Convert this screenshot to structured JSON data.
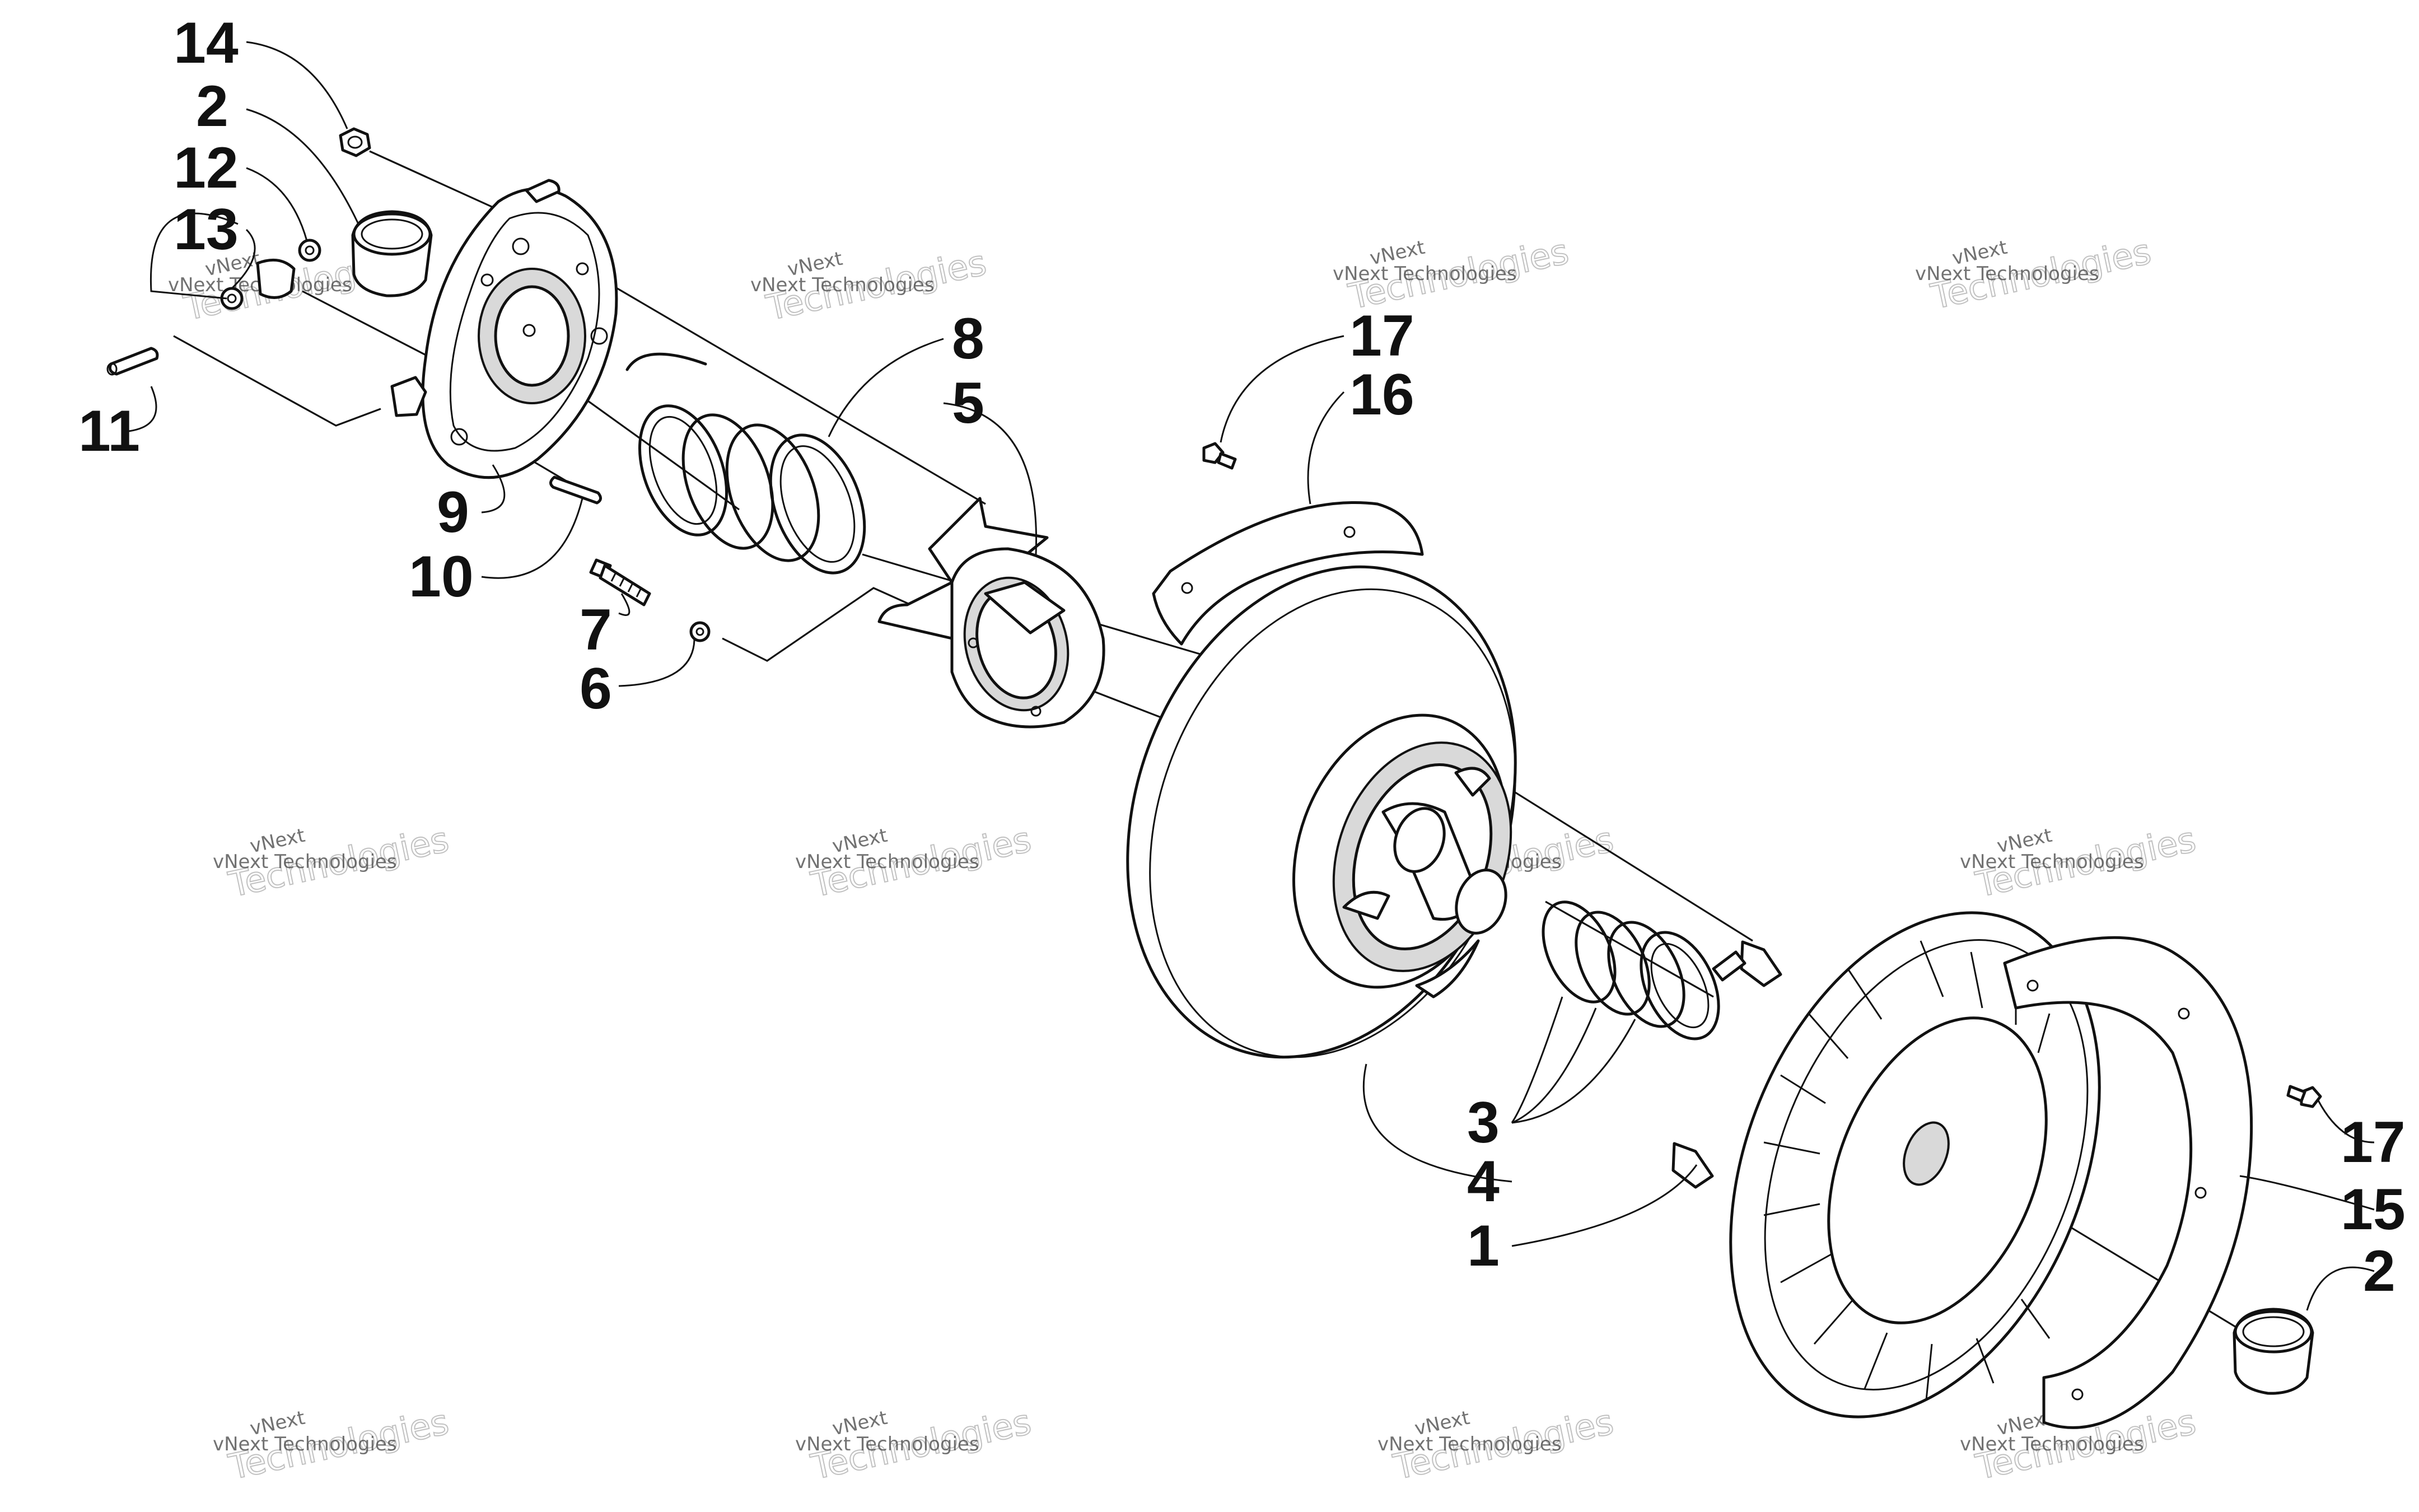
{
  "callouts": {
    "c14": "14",
    "c2a": "2",
    "c12": "12",
    "c13": "13",
    "c11": "11",
    "c9": "9",
    "c10": "10",
    "c8": "8",
    "c5": "5",
    "c7": "7",
    "c6": "6",
    "c17a": "17",
    "c16": "16",
    "c3": "3",
    "c4": "4",
    "c1": "1",
    "c17b": "17",
    "c15": "15",
    "c2b": "2"
  },
  "watermark": {
    "line1": "vNext Technologies",
    "line2": "Technologies",
    "line3": "vNext"
  }
}
